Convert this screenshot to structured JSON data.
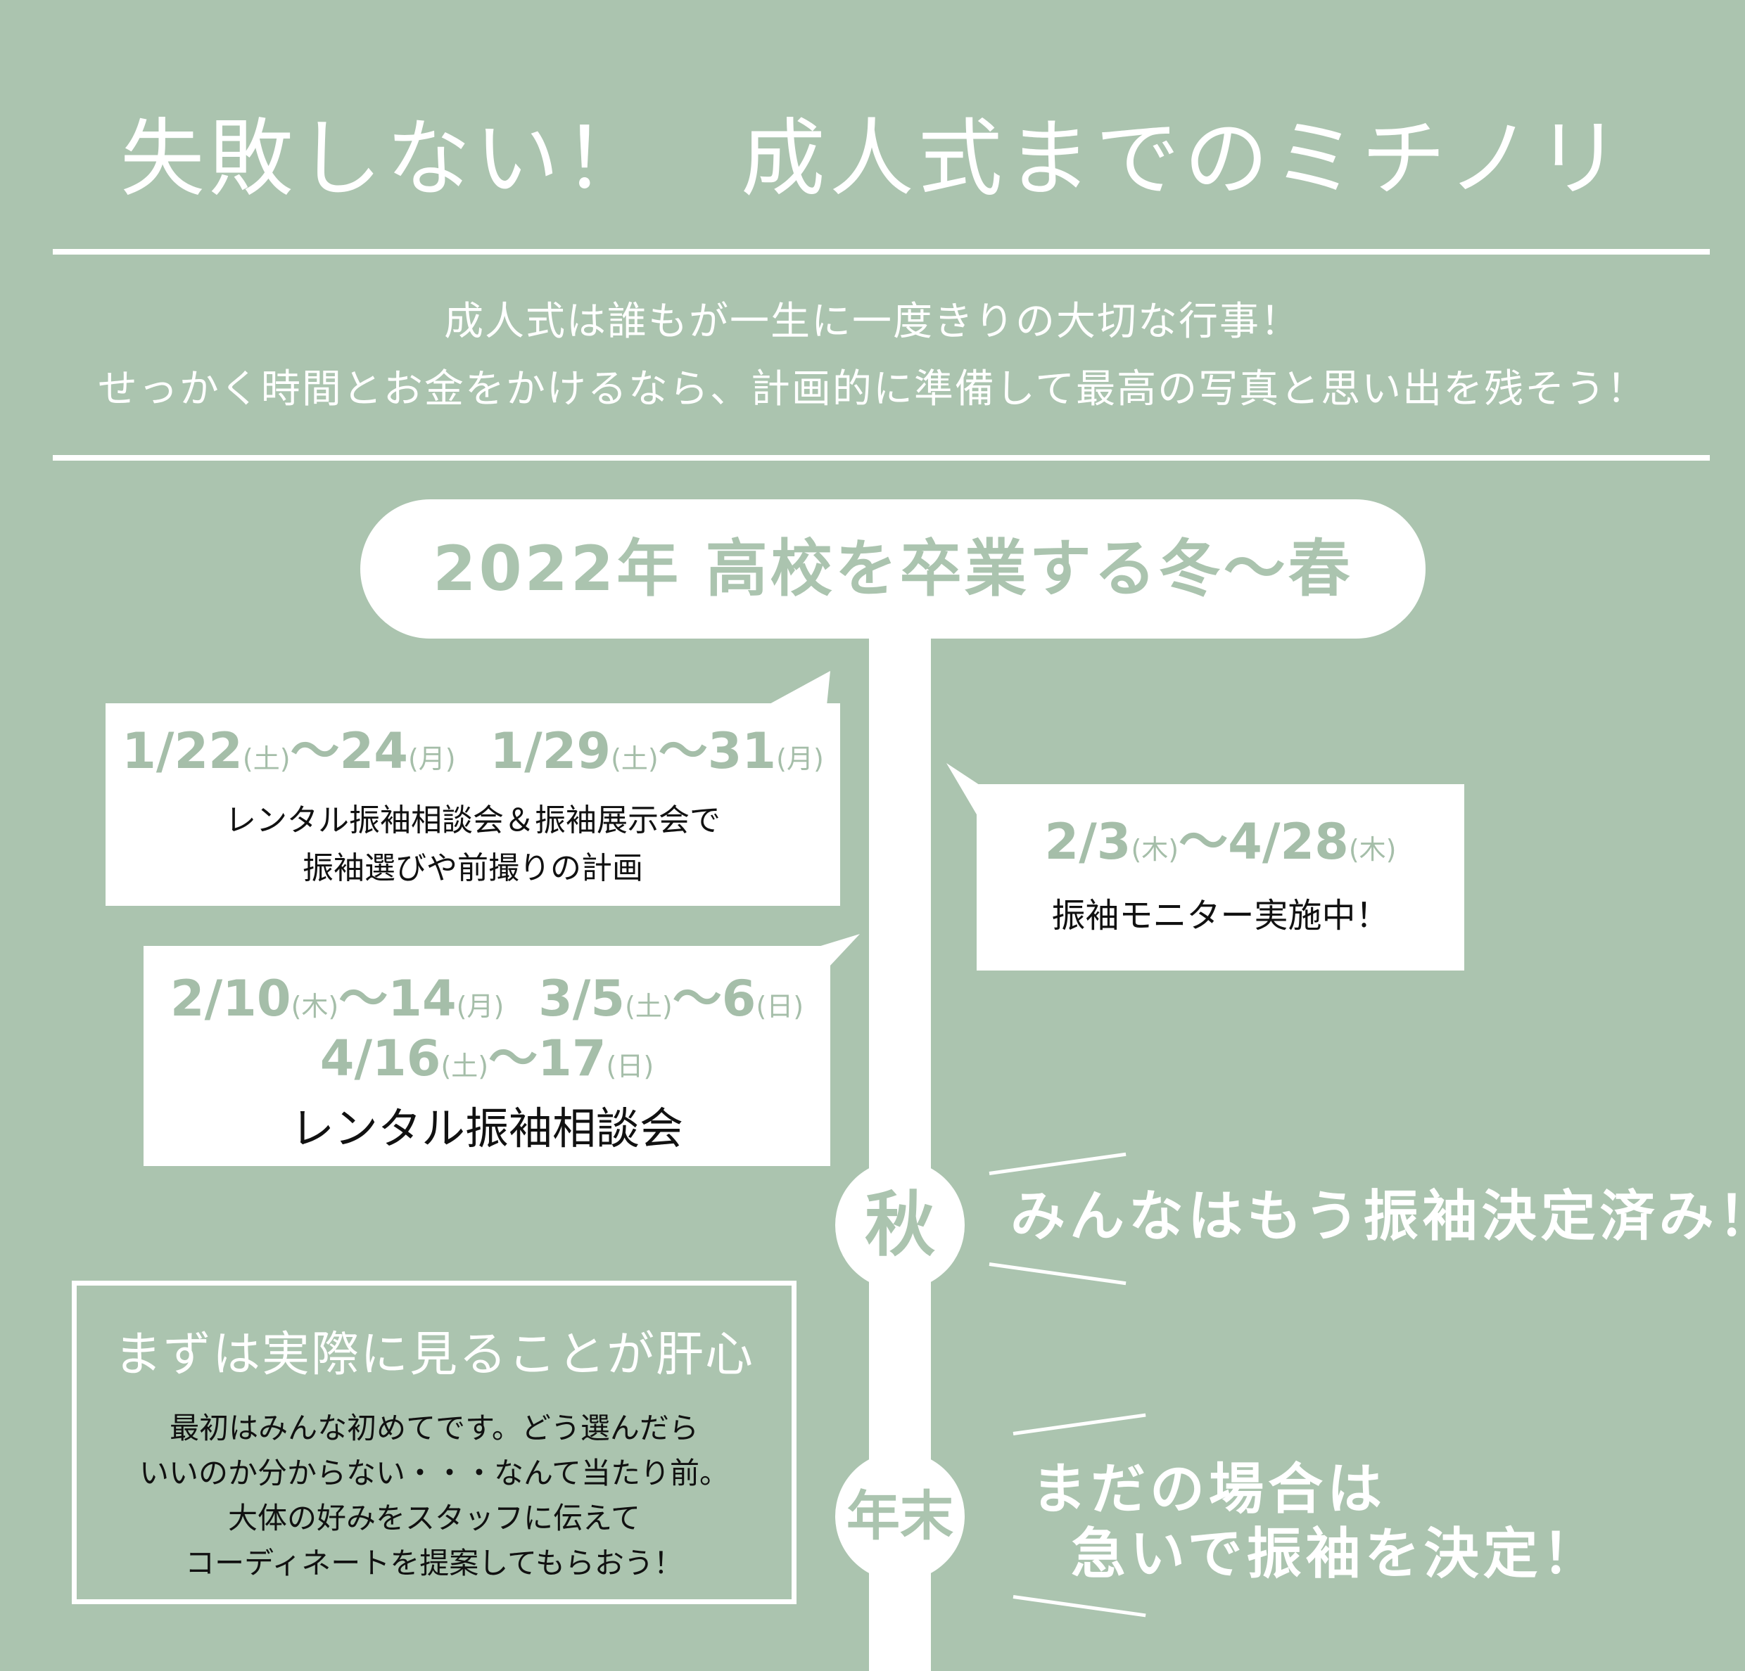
{
  "title": "失敗しない！　成人式までのミチノリ",
  "intro": {
    "line1": "成人式は誰もが一生に一度きりの大切な行事！",
    "line2": "せっかく時間とお金をかけるなら、計画的に準備して最高の写真と思い出を残そう！"
  },
  "period": "2022年 高校を卒業する冬～春",
  "events": {
    "e1": {
      "d1": "1/22",
      "w1": "(土)",
      "d2": "～24",
      "w2": "(月)",
      "d3": "1/29",
      "w3": "(土)",
      "d4": "～31",
      "w4": "(月)",
      "line1": "レンタル振袖相談会＆振袖展示会で",
      "line2": "振袖選びや前撮りの計画"
    },
    "e2": {
      "d1": "2/3",
      "w1": "(木)",
      "d2": "～4/28",
      "w2": "(木)",
      "text": "振袖モニター実施中！"
    },
    "e3": {
      "d1": "2/10",
      "w1": "(木)",
      "d2": "～14",
      "w2": "(月)",
      "d3": "3/5",
      "w3": "(土)",
      "d4": "～6",
      "w4": "(日)",
      "d5": "4/16",
      "w5": "(土)",
      "d6": "～17",
      "w6": "(日)",
      "text": "レンタル振袖相談会"
    }
  },
  "nodes": {
    "autumn": "秋",
    "yearend": "年末"
  },
  "callouts": {
    "autumn": "みんなはもう振袖決定済み！",
    "yearend_line1": "まだの場合は",
    "yearend_line2": "急いで振袖を決定！"
  },
  "tip": {
    "title": "まずは実際に見ることが肝心",
    "lines": [
      "最初はみんな初めてです。どう選んだら",
      "いいのか分からない・・・なんて当たり前。",
      "大体の好みをスタッフに伝えて",
      "コーディネートを提案してもらおう！"
    ]
  },
  "colors": {
    "background": "#abc4af",
    "accent": "#a5bea9",
    "panel": "#ffffff"
  }
}
